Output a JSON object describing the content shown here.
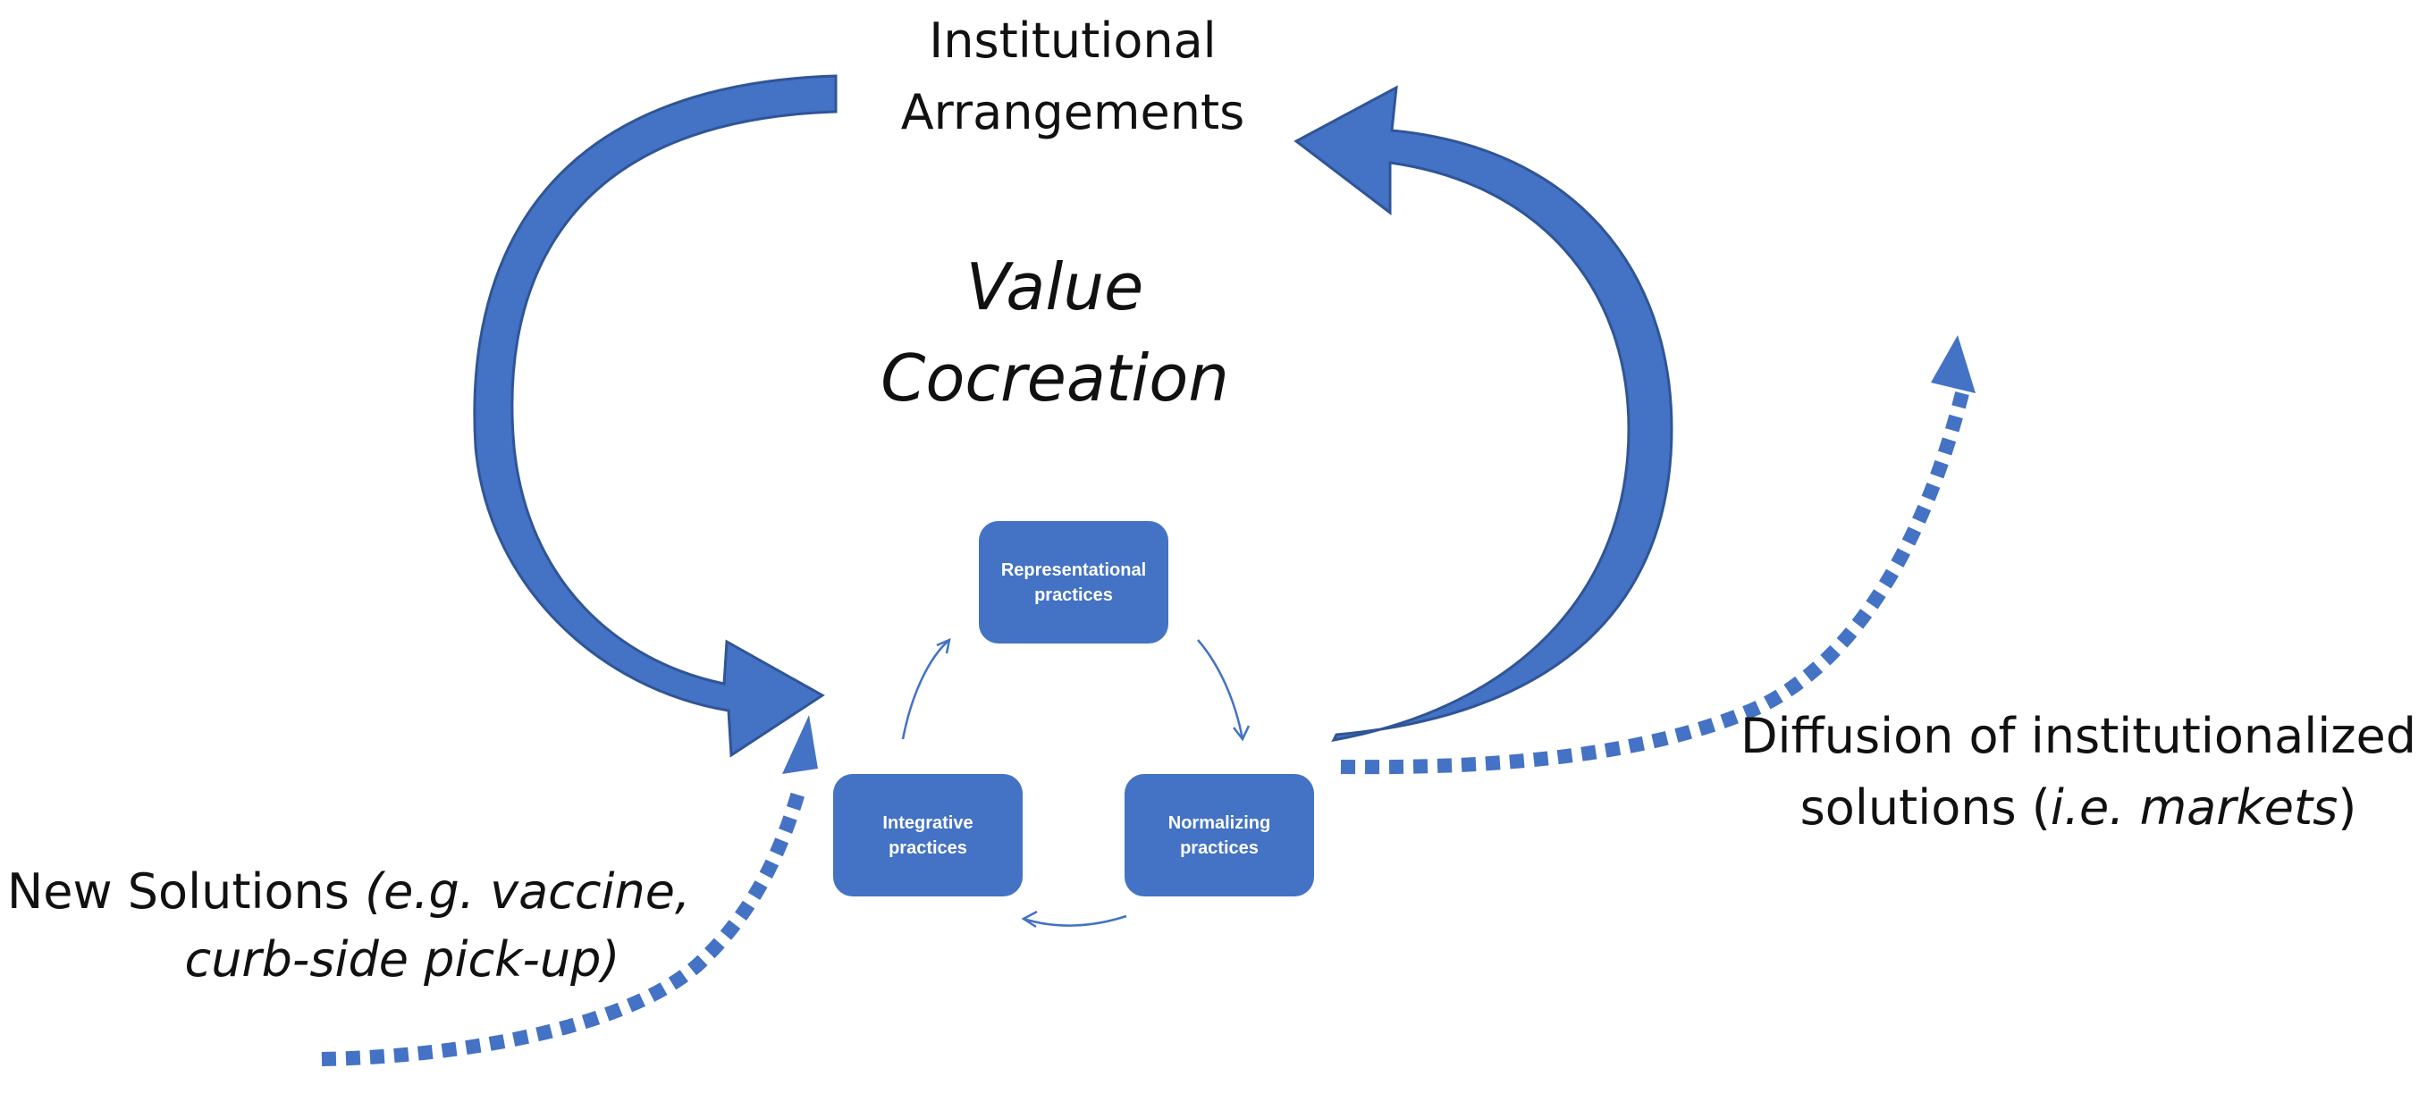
{
  "diagram": {
    "top_label": {
      "line1": "Institutional",
      "line2": "Arrangements"
    },
    "center_label": {
      "line1": "Value",
      "line2": "Cocreation"
    },
    "left_label": {
      "prefix": "New Solutions ",
      "italic1": "(e.g. vaccine,",
      "italic2": "curb-side pick-up)"
    },
    "right_label": {
      "line1": "Diffusion of institutionalized",
      "line2_prefix": "solutions (",
      "line2_italic": "i.e. markets",
      "line2_suffix": ")"
    },
    "practices": {
      "representational": {
        "line1": "Representational",
        "line2": "practices"
      },
      "integrative": {
        "line1": "Integrative",
        "line2": "practices"
      },
      "normalizing": {
        "line1": "Normalizing",
        "line2": "practices"
      }
    },
    "colors": {
      "accent": "#4472c4",
      "accent_dark": "#2f5597",
      "text": "#111111",
      "box_text": "#ffffff"
    }
  }
}
